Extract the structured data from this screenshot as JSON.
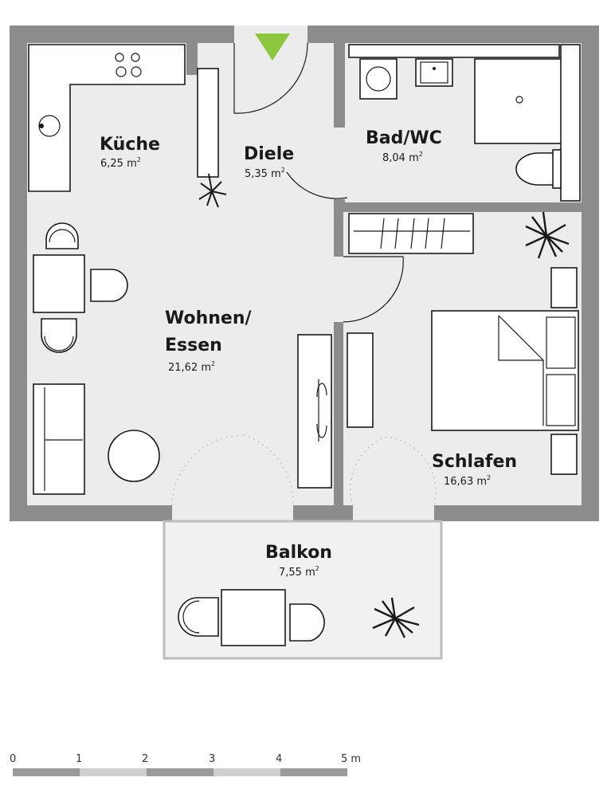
{
  "colors": {
    "wall": "#8c8c8c",
    "floor": "#ececec",
    "balcony_floor": "#f1f1f1",
    "entrance_marker": "#8dc63f",
    "scale_dark": "#9a9a9a",
    "scale_light": "#cfcfcf"
  },
  "rooms": [
    {
      "key": "kueche",
      "name": "Küche",
      "area": "6,25 m",
      "unit_sup": "2"
    },
    {
      "key": "diele",
      "name": "Diele",
      "area": "5,35 m",
      "unit_sup": "2"
    },
    {
      "key": "bad",
      "name": "Bad/WC",
      "area": "8,04 m",
      "unit_sup": "2"
    },
    {
      "key": "wohnen",
      "name_line1": "Wohnen/",
      "name_line2": "Essen",
      "area": "21,62 m",
      "unit_sup": "2"
    },
    {
      "key": "schlafen",
      "name": "Schlafen",
      "area": "16,63 m",
      "unit_sup": "2"
    },
    {
      "key": "balkon",
      "name": "Balkon",
      "area": "7,55 m",
      "unit_sup": "2"
    }
  ],
  "scale_bar": {
    "ticks": [
      "0",
      "1",
      "2",
      "3",
      "4",
      "5 m"
    ]
  },
  "icons": [
    "entrance-arrow-icon",
    "stove-icon",
    "sink-icon",
    "washing-machine-icon",
    "shower-drain-icon",
    "toilet-icon",
    "plant-icon"
  ]
}
